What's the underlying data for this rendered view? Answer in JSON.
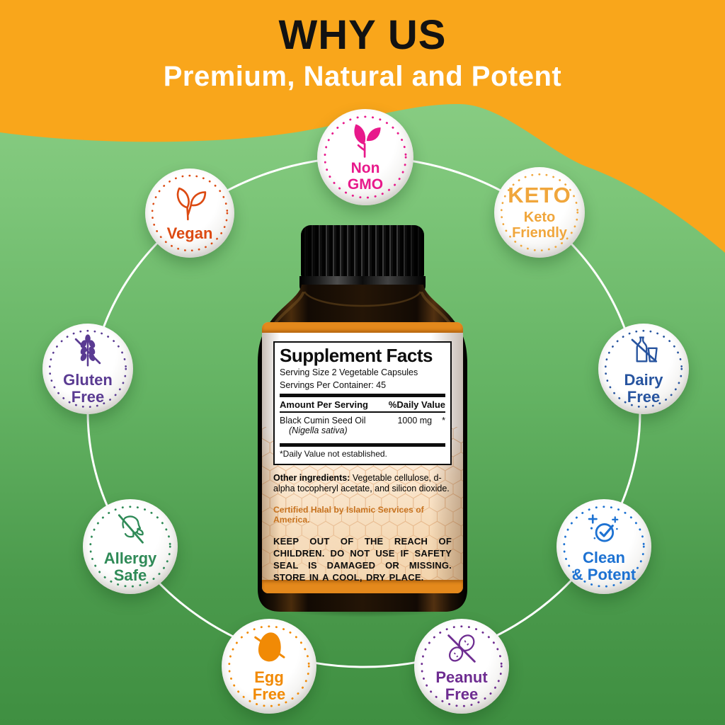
{
  "header": {
    "title": "WHY US",
    "subtitle": "Premium, Natural and Potent",
    "bg_color": "#f9a61b",
    "title_color": "#121212",
    "subtitle_color": "#ffffff"
  },
  "background": {
    "top_green": "#93d38c",
    "bottom_green": "#3f8f41",
    "connector_color": "#ffffff"
  },
  "badges": [
    {
      "id": "non-gmo",
      "label_line1": "Non",
      "label_line2": "GMO",
      "color": "#e8198b",
      "icon": "leaf-sprout-icon"
    },
    {
      "id": "vegan",
      "label_line1": "Vegan",
      "color": "#dc4a12",
      "icon": "leaf-outline-icon"
    },
    {
      "id": "keto",
      "big_text": "KETO",
      "label_line1": "Keto",
      "label_line2": "Friendly",
      "color": "#f0a63c",
      "icon": "keto-wordmark"
    },
    {
      "id": "gluten-free",
      "label_line1": "Gluten",
      "label_line2": "Free",
      "color": "#5a3b92",
      "icon": "wheat-crossed-icon"
    },
    {
      "id": "dairy-free",
      "label_line1": "Dairy",
      "label_line2": "Free",
      "color": "#27549f",
      "icon": "milk-crossed-icon"
    },
    {
      "id": "allergy-safe",
      "label_line1": "Allergy",
      "label_line2": "Safe",
      "color": "#2f8a57",
      "icon": "sneeze-crossed-icon"
    },
    {
      "id": "clean-potent",
      "label_line1": "Clean",
      "label_line2": "& Potent",
      "color": "#1d72d2",
      "icon": "sparkle-check-icon"
    },
    {
      "id": "egg-free",
      "label_line1": "Egg",
      "label_line2": "Free",
      "color": "#f18a05",
      "icon": "egg-crossed-icon"
    },
    {
      "id": "peanut-free",
      "label_line1": "Peanut",
      "label_line2": "Free",
      "color": "#6e2d91",
      "icon": "peanut-crossed-icon"
    }
  ],
  "bottle": {
    "band_color": "#e4891c",
    "halal_color": "#c7731f",
    "supplement_facts": {
      "title": "Supplement Facts",
      "serving_size": "Serving Size 2 Vegetable Capsules",
      "servings_per_container": "Servings Per Container: 45",
      "col_amount": "Amount Per Serving",
      "col_dv": "%Daily Value",
      "ingredient": "Black Cumin Seed Oil",
      "ingredient_sub": "(Nigella sativa)",
      "amount": "1000 mg",
      "dv": "*",
      "footnote": "*Daily Value not established."
    },
    "other_ingredients_label": "Other ingredients:",
    "other_ingredients": "Vegetable cellulose, d-alpha tocopheryl acetate, and silicon dioxide.",
    "halal": "Certified Halal by Islamic Services of America.",
    "warning": "KEEP OUT OF THE REACH OF CHILDREN. DO NOT USE IF SAFETY SEAL IS DAMAGED OR MISSING. STORE IN A COOL, DRY PLACE."
  }
}
